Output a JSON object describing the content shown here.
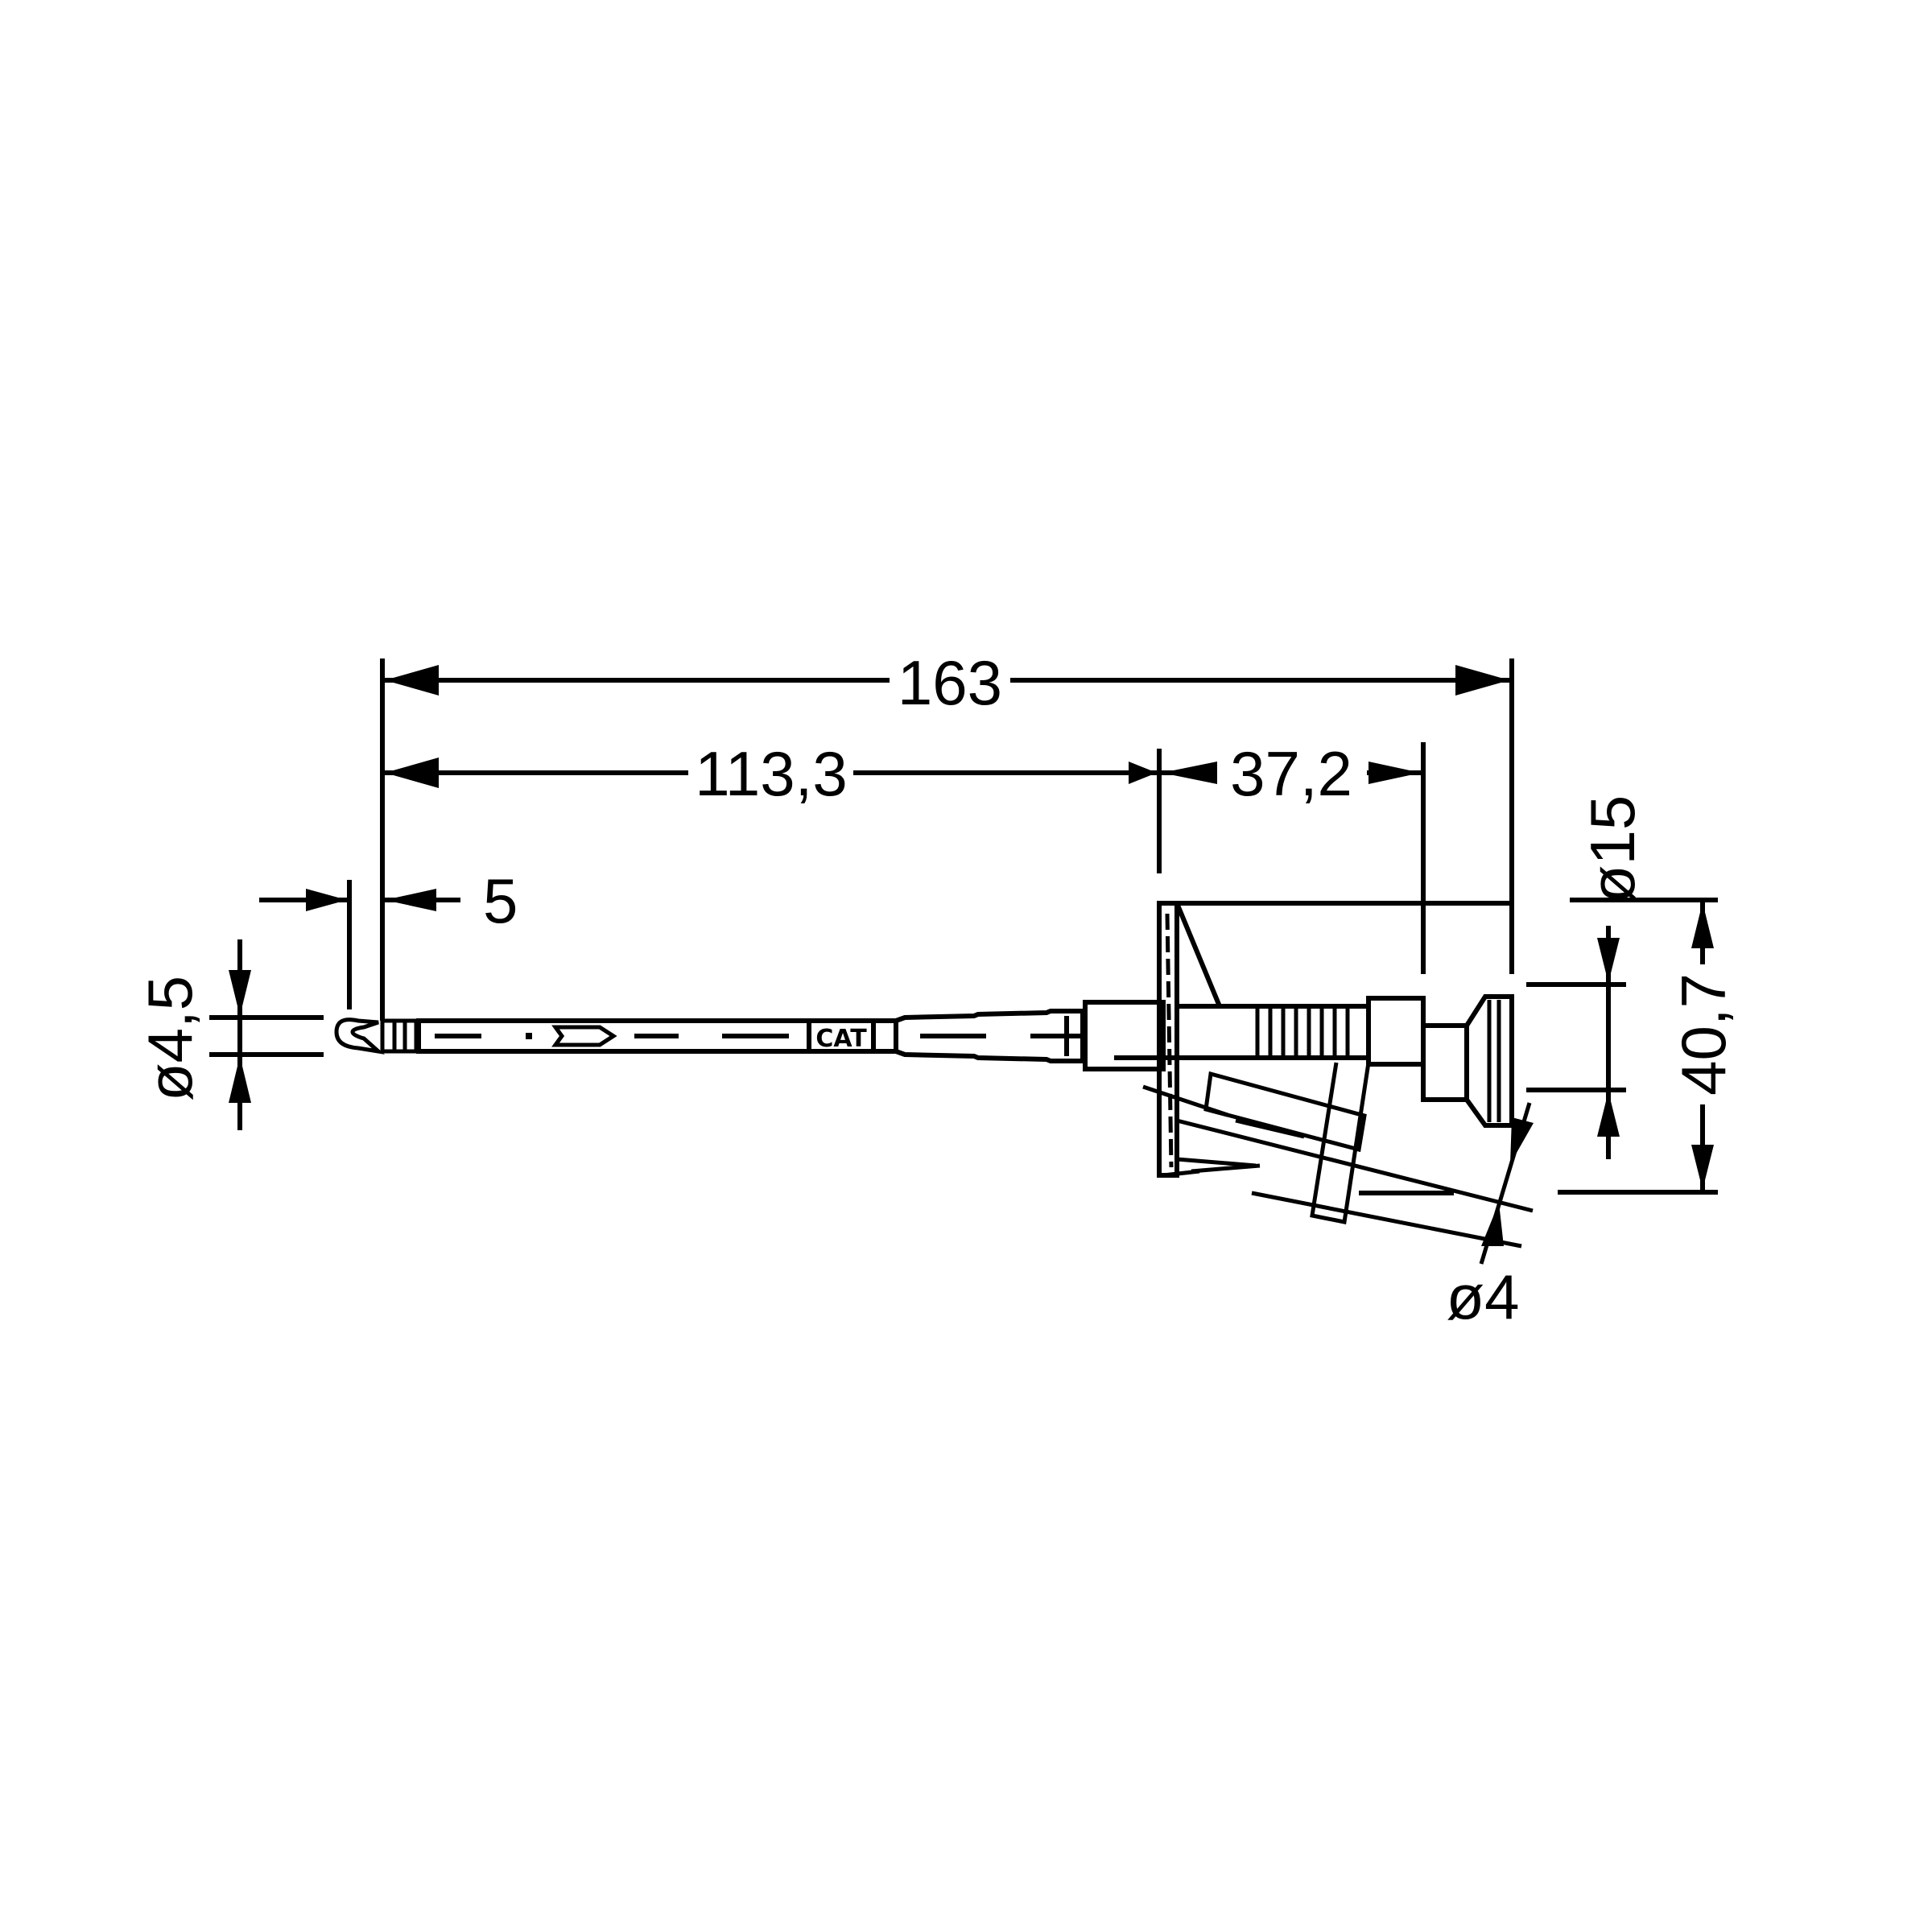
{
  "drawing": {
    "subject": "test probe clip (side view)",
    "line_color": "#000000",
    "background": "#ffffff"
  },
  "dimensions": {
    "overall_length": "163",
    "shaft_length": "113,3",
    "body_length": "37,2",
    "tip_length": "5",
    "tip_diameter": "ø4,5",
    "head_diameter": "ø15",
    "overall_height": "40,7",
    "socket_diameter": "ø4"
  }
}
